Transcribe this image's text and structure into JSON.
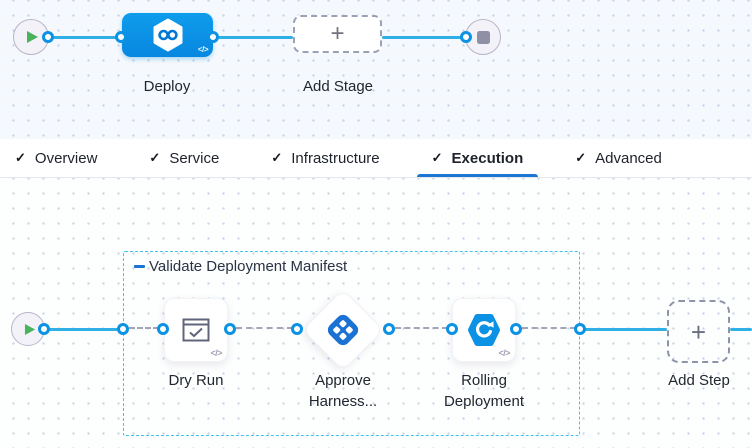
{
  "stage_builder": {
    "stage_name": "Deploy",
    "add_stage_label": "Add Stage"
  },
  "tabs": [
    {
      "label": "Overview"
    },
    {
      "label": "Service"
    },
    {
      "label": "Infrastructure"
    },
    {
      "label": "Execution"
    },
    {
      "label": "Advanced"
    }
  ],
  "active_tab": "Execution",
  "execution": {
    "group_label": "Validate Deployment Manifest",
    "steps": [
      {
        "label": "Dry Run",
        "icon": "dry-run-icon"
      },
      {
        "label": "Approve Harness...",
        "icon": "approval-icon"
      },
      {
        "label": "Rolling Deployment",
        "icon": "rolling-deploy-icon"
      }
    ],
    "add_step_label": "Add Step"
  },
  "glyphs": {
    "check": "✓",
    "plus": "+",
    "code": "</>"
  },
  "colors": {
    "accent_blue": "#0b92e4",
    "underline_blue": "#1a76d2",
    "line_blue": "#2fafe6",
    "group_border": "#3ec3ee",
    "play_green": "#49b25b",
    "stop_gray": "#8f90a5"
  }
}
